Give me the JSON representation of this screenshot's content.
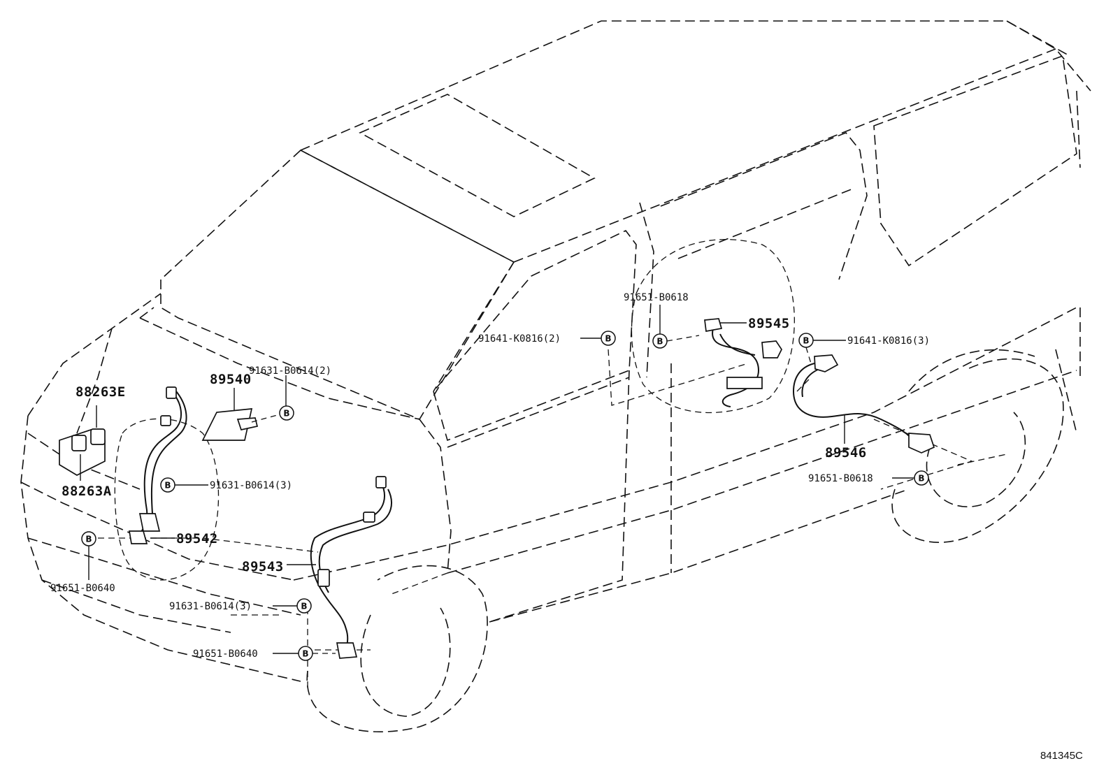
{
  "parts": {
    "p88263E": "88263E",
    "p88263A": "88263A",
    "p89540": "89540",
    "p89542": "89542",
    "p89543": "89543",
    "p89545": "89545",
    "p89546": "89546",
    "b91631_2": "91631-B0614(2)",
    "b91631_3a": "91631-B0614(3)",
    "b91631_3b": "91631-B0614(3)",
    "b91651_0640a": "91651-B0640",
    "b91651_0640b": "91651-B0640",
    "b91641_2": "91641-K0816(2)",
    "b91641_3": "91641-K0816(3)",
    "b91651_0618a": "91651-B0618",
    "b91651_0618b": "91651-B0618"
  },
  "bolt_symbol": "B",
  "illustration_id": "841345C"
}
